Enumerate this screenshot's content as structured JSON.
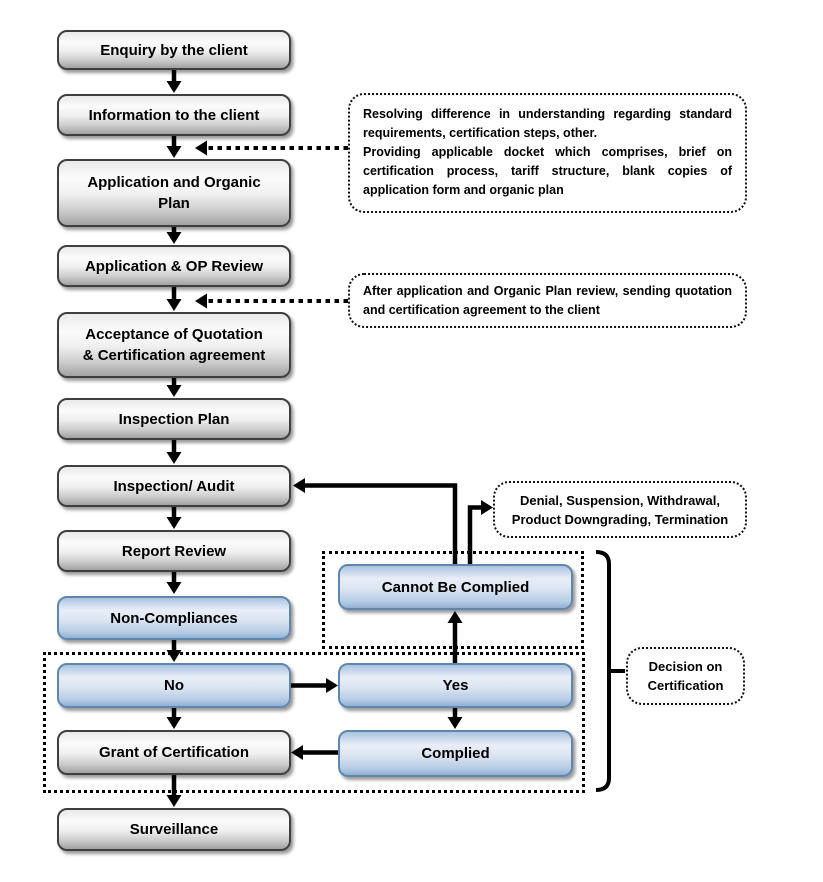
{
  "diagram": {
    "type": "flowchart",
    "nodes": {
      "enquiry": {
        "label": "Enquiry by the client",
        "style": "gray"
      },
      "information": {
        "label": "Information to the client",
        "style": "gray"
      },
      "application_op": {
        "label": "Application and Organic Plan",
        "style": "gray"
      },
      "op_review": {
        "label": "Application & OP Review",
        "style": "gray"
      },
      "acceptance": {
        "label": "Acceptance of Quotation & Certification agreement",
        "style": "gray"
      },
      "inspection_plan": {
        "label": "Inspection Plan",
        "style": "gray"
      },
      "inspection_audit": {
        "label": "Inspection/ Audit",
        "style": "gray"
      },
      "report_review": {
        "label": "Report Review",
        "style": "gray"
      },
      "non_compliances": {
        "label": "Non-Compliances",
        "style": "blue"
      },
      "no": {
        "label": "No",
        "style": "blue"
      },
      "grant": {
        "label": "Grant of Certification",
        "style": "gray"
      },
      "surveillance": {
        "label": "Surveillance",
        "style": "gray"
      },
      "cannot_be_complied": {
        "label": "Cannot Be Complied",
        "style": "blue"
      },
      "yes": {
        "label": "Yes",
        "style": "blue"
      },
      "complied": {
        "label": "Complied",
        "style": "blue"
      }
    },
    "notes": {
      "client_info_note": {
        "text": "Resolving difference in understanding regarding standard requirements, certification steps, other.\nProviding applicable docket which comprises, brief on certification process, tariff structure, blank copies of application form and organic plan"
      },
      "quotation_note": {
        "text": "After application and Organic Plan review, sending quotation and certification agreement to the client"
      },
      "sanctions_note": {
        "text": "Denial, Suspension, Withdrawal, Product Downgrading, Termination"
      },
      "decision_label": {
        "text": "Decision on Certification"
      }
    },
    "colors": {
      "gray_node_border": "#3f3f3f",
      "blue_node_border": "#5f87ae",
      "blue_node_top": "#a9c3df",
      "blue_node_bottom": "#93b1d4",
      "arrow": "#000000",
      "background": "#ffffff"
    }
  }
}
